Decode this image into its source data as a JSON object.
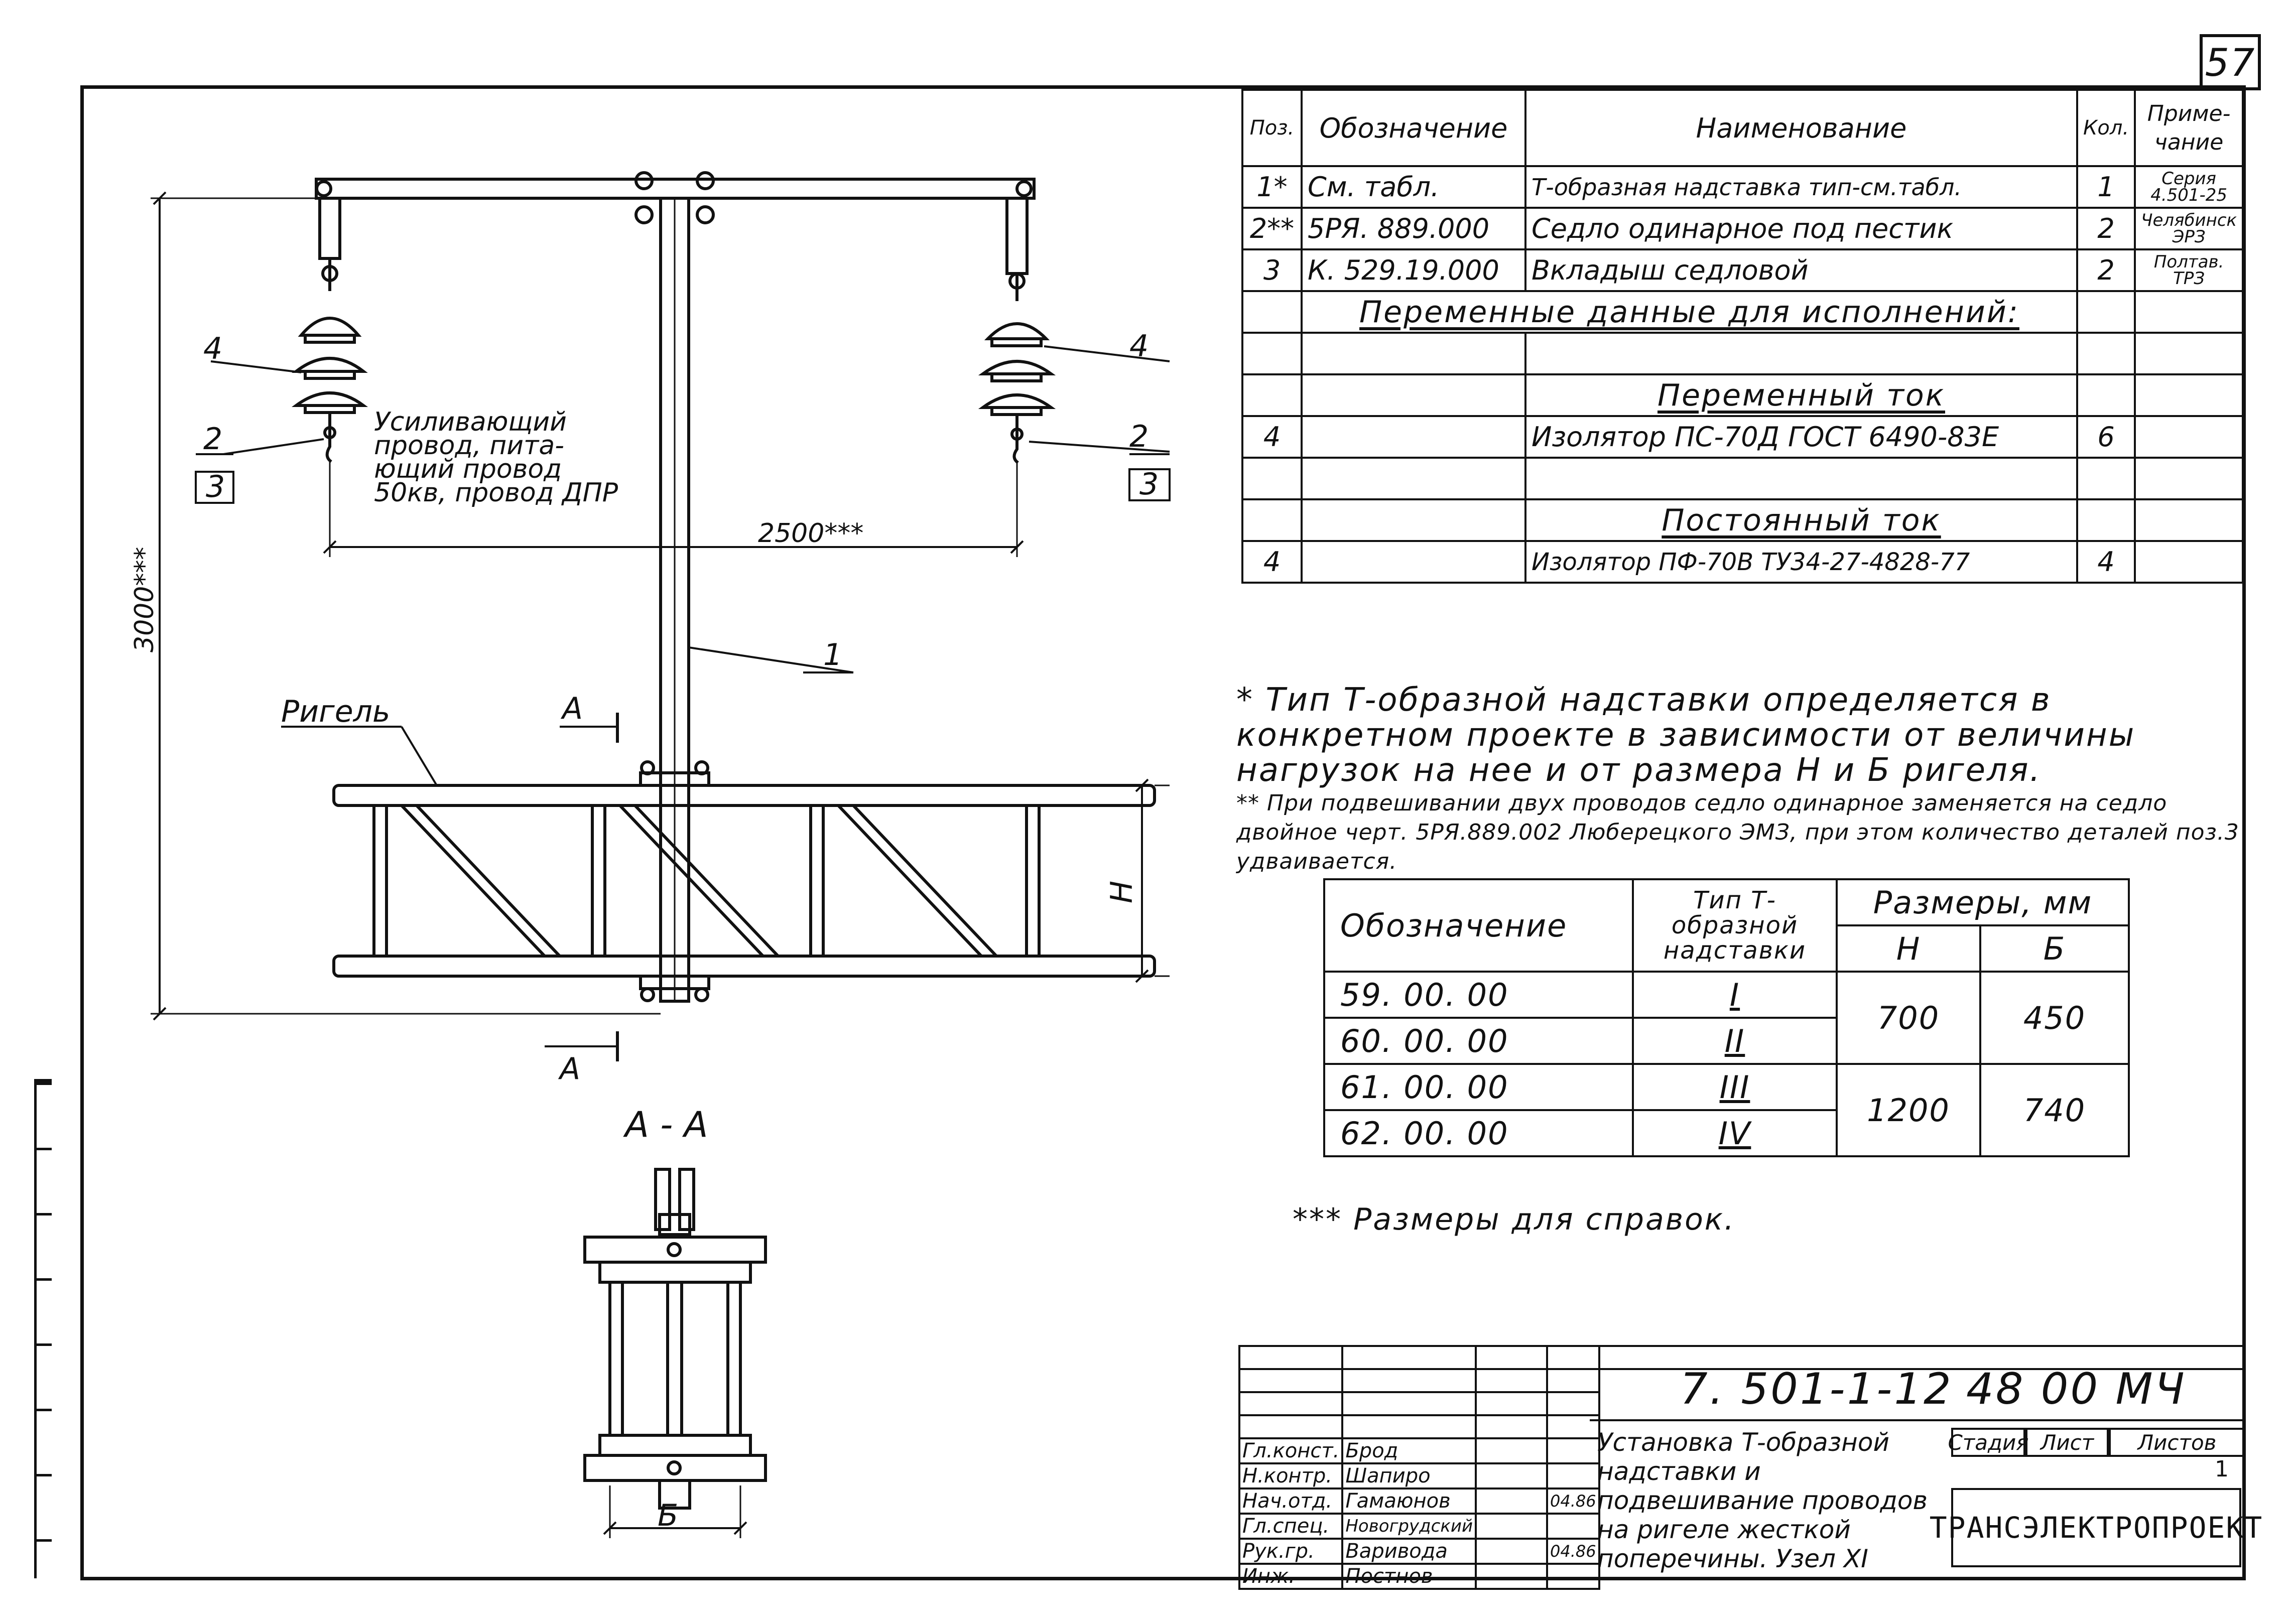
{
  "sheet_number": "57",
  "drawing": {
    "labels": {
      "part_1": "1",
      "part_2_left": "2",
      "part_3_left": "3",
      "part_4_left": "4",
      "part_2_right": "2",
      "part_3_right": "3",
      "part_4_right": "4",
      "wire_note": [
        "Усиливающий",
        "провод, пита-",
        "ющий провод",
        "50кв, провод ДПР"
      ],
      "dim_width": "2500***",
      "dim_height": "3000***",
      "rigel": "Ригель",
      "cut_a_top": "А",
      "cut_a_bottom": "А",
      "dim_h": "Н",
      "section_title": "А - А",
      "dim_b": "Б"
    }
  },
  "spec_table": {
    "headers": {
      "pos": "Поз.",
      "designation": "Обозначение",
      "name": "Наименование",
      "qty": "Кол.",
      "note": "Приме-\nчание"
    },
    "rows": [
      {
        "pos": "1*",
        "designation": "См. табл.",
        "name": "Т-образная надставка тип-см.табл.",
        "qty": "1",
        "note": "Серия 4.501-25"
      },
      {
        "pos": "2**",
        "designation": "5РЯ. 889.000",
        "name": "Седло одинарное под пестик",
        "qty": "2",
        "note": "Челябинск ЭРЗ"
      },
      {
        "pos": "3",
        "designation": "К. 529.19.000",
        "name": "Вкладыш седловой",
        "qty": "2",
        "note": "Полтав. ТРЗ"
      }
    ],
    "variable_header": "Переменные данные для исполнений:",
    "ac_header": "Переменный ток",
    "ac_row": {
      "pos": "4",
      "name": "Изолятор ПС-70Д ГОСТ 6490-83Е",
      "qty": "6"
    },
    "dc_header": "Постоянный ток",
    "dc_row": {
      "pos": "4",
      "name": "Изолятор ПФ-70В ТУ34-27-4828-77",
      "qty": "4"
    }
  },
  "notes": {
    "note1": "* Тип Т-образной надставки определяется в конкретном проекте в зависимости от величины нагрузок на нее и от размера Н и Б ригеля.",
    "note2": "** При подвешивании двух проводов седло одинарное заменяется на седло двойное черт. 5РЯ.889.002 Люберецкого ЭМЗ, при этом количество деталей поз.3 удваивается.",
    "note3": "*** Размеры для справок."
  },
  "variant_table": {
    "headers": {
      "designation": "Обозначение",
      "type": "Тип Т-образной надставки",
      "sizes": "Размеры, мм",
      "h": "Н",
      "b": "Б"
    },
    "rows": [
      {
        "designation": "59. 00. 00",
        "type": "I"
      },
      {
        "designation": "60. 00. 00",
        "type": "II"
      },
      {
        "designation": "61. 00. 00",
        "type": "III"
      },
      {
        "designation": "62. 00. 00",
        "type": "IV"
      }
    ],
    "groups": [
      {
        "h": "700",
        "b": "450"
      },
      {
        "h": "1200",
        "b": "740"
      }
    ]
  },
  "title_block": {
    "code": "7. 501-1-12",
    "code2": "48 00 МЧ",
    "description": "Установка Т-образной надставки и подвешивание проводов на ригеле жесткой поперечины. Узел XI",
    "stage_label": "Стадия",
    "sheet_label": "Лист",
    "sheets_label": "Листов",
    "sheets_value": "1",
    "organization": "ТРАНСЭЛЕКТРОПРОЕКТ",
    "signatures": [
      {
        "role": "Гл.конст.",
        "name": "Брод",
        "date": ""
      },
      {
        "role": "Н.контр.",
        "name": "Шапиро",
        "date": ""
      },
      {
        "role": "Нач.отд.",
        "name": "Гамаюнов",
        "date": "04.86"
      },
      {
        "role": "Гл.спец.",
        "name": "Новогрудский",
        "date": ""
      },
      {
        "role": "Рук.гр.",
        "name": "Варивода",
        "date": "04.86"
      },
      {
        "role": "Инж.",
        "name": "Постнов",
        "date": ""
      }
    ]
  }
}
